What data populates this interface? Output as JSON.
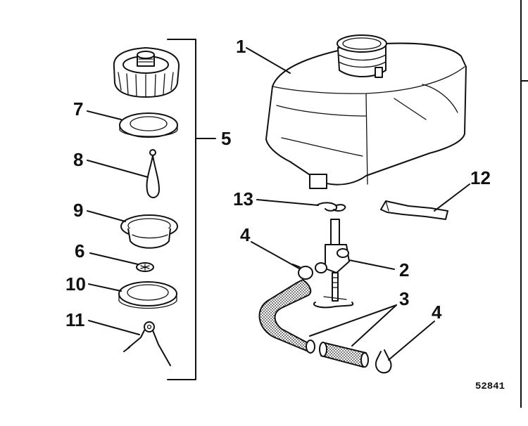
{
  "callouts": [
    {
      "id": "c1",
      "label": "1"
    },
    {
      "id": "c2",
      "label": "2"
    },
    {
      "id": "c3",
      "label": "3"
    },
    {
      "id": "c4a",
      "label": "4"
    },
    {
      "id": "c4b",
      "label": "4"
    },
    {
      "id": "c5",
      "label": "5"
    },
    {
      "id": "c6",
      "label": "6"
    },
    {
      "id": "c7",
      "label": "7"
    },
    {
      "id": "c8",
      "label": "8"
    },
    {
      "id": "c9",
      "label": "9"
    },
    {
      "id": "c10",
      "label": "10"
    },
    {
      "id": "c11",
      "label": "11"
    },
    {
      "id": "c12",
      "label": "12"
    },
    {
      "id": "c13",
      "label": "13"
    }
  ],
  "figure_number": "52841"
}
